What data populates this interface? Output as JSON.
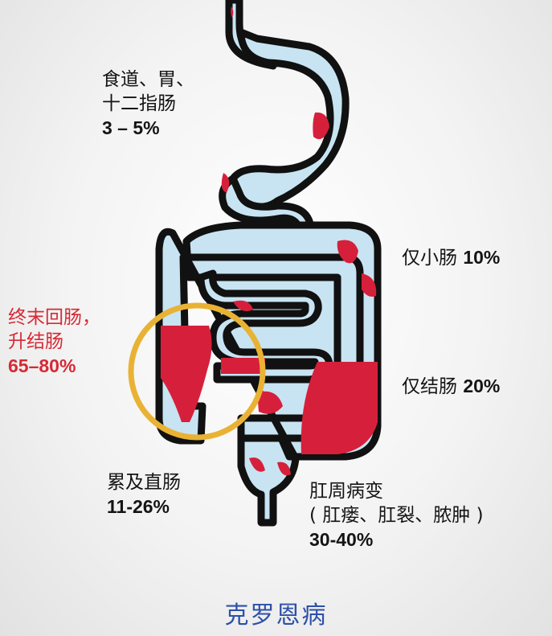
{
  "title": "克罗恩病",
  "labels": {
    "upper": {
      "line1": "食道、胃、",
      "line2": "十二指肠",
      "value": "3 – 5%"
    },
    "small_intestine": {
      "text": "仅小肠",
      "value": "10%"
    },
    "ileocolon": {
      "line1": "终末回肠，",
      "line2": "升结肠",
      "value": "65–80%"
    },
    "colon": {
      "text": "仅结肠",
      "value": "20%"
    },
    "rectum": {
      "line1": "累及直肠",
      "value": "11-26%"
    },
    "perianal": {
      "line1": "肛周病变",
      "line2": "( 肛瘘、肛裂、脓肿 )",
      "value": "30-40%"
    }
  },
  "colors": {
    "organ_fill": "#c8e4f2",
    "organ_outline": "#111111",
    "lesion": "#d6203b",
    "highlight_ring": "#e9b234",
    "label_red": "#d62a35",
    "title_blue": "#2d50a8"
  }
}
